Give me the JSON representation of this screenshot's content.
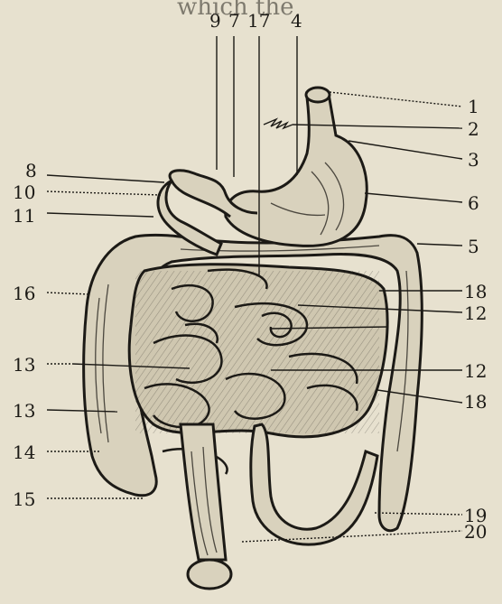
{
  "page_text_top": "which the",
  "labels": {
    "l1": "1",
    "l2": "2",
    "l3": "3",
    "l4": "4",
    "l5": "5",
    "l6": "6",
    "l7": "7",
    "l8": "8",
    "l9": "9",
    "l10": "10",
    "l11": "11",
    "l12a": "12",
    "l12b": "12",
    "l13a": "13",
    "l13b": "13",
    "l14": "14",
    "l15": "15",
    "l16": "16",
    "l17": "17",
    "l18a": "18",
    "l18b": "18",
    "l19": "19",
    "l20": "20"
  }
}
